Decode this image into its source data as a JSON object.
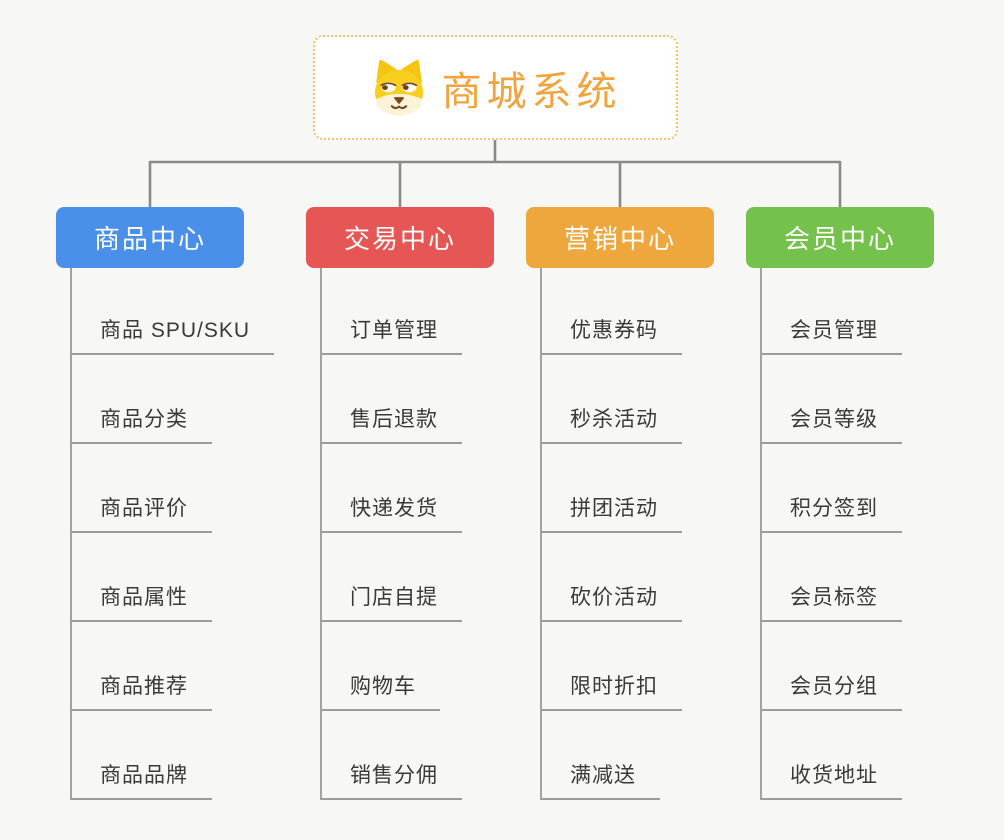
{
  "root": {
    "title": "商城系统",
    "icon": "dog-face-icon",
    "text_color": "#f0a43e",
    "border_color": "#f5c36e"
  },
  "branches": [
    {
      "label": "商品中心",
      "color": "#4a90ea",
      "children": [
        "商品 SPU/SKU",
        "商品分类",
        "商品评价",
        "商品属性",
        "商品推荐",
        "商品品牌"
      ]
    },
    {
      "label": "交易中心",
      "color": "#e65654",
      "children": [
        "订单管理",
        "售后退款",
        "快递发货",
        "门店自提",
        "购物车",
        "销售分佣"
      ]
    },
    {
      "label": "营销中心",
      "color": "#eda73c",
      "children": [
        "优惠券码",
        "秒杀活动",
        "拼团活动",
        "砍价活动",
        "限时折扣",
        "满减送"
      ]
    },
    {
      "label": "会员中心",
      "color": "#74c14c",
      "children": [
        "会员管理",
        "会员等级",
        "积分签到",
        "会员标签",
        "会员分组",
        "收货地址"
      ]
    }
  ],
  "connector_color": "#8a8a8a",
  "underline_color": "#9c9c9c",
  "background_color": "#f7f7f5"
}
